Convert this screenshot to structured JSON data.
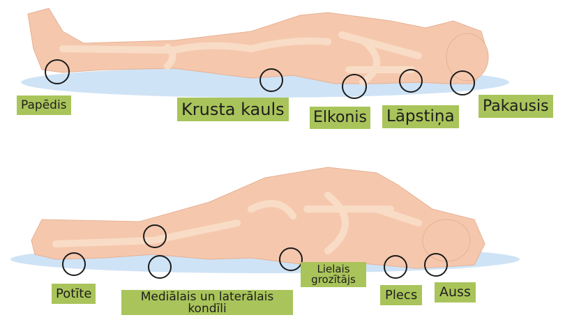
{
  "supine": {
    "labels": {
      "heel": "Papēdis",
      "sacrum": "Krusta kauls",
      "elbow": "Elkonis",
      "scapula": "Lāpstiņa",
      "occiput": "Pakausis"
    }
  },
  "lateral": {
    "labels": {
      "ankle": "Potīte",
      "condyles": "Mediālais un laterālais kondīli",
      "trochanter": "Lielais grozītājs",
      "shoulder": "Plecs",
      "ear": "Auss"
    }
  },
  "colors": {
    "label_bg": "#a9c45a",
    "skin": "#f5c8ae",
    "bone": "#f9dcc6",
    "mattress": "#cfe3f6",
    "circle_stroke": "#1a1a1a"
  }
}
